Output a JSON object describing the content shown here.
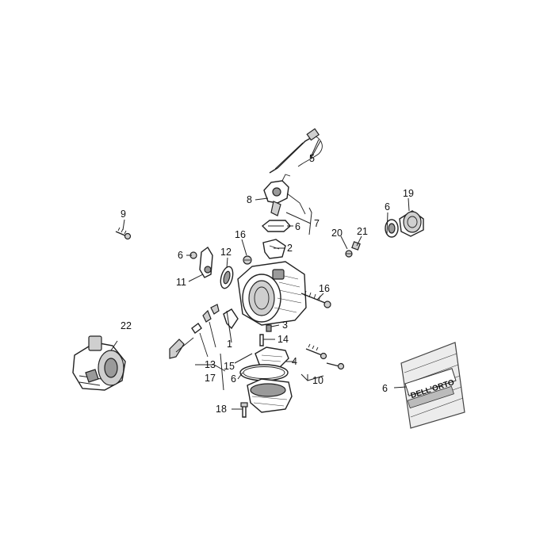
{
  "diagram": {
    "callouts": {
      "c1": "1",
      "c2": "2",
      "c3": "3",
      "c4": "4",
      "c5": "5",
      "c6_gasket_top": "6",
      "c6_bearing": "6",
      "c6_lever": "6",
      "c6_oring": "6",
      "c6_kit": "6",
      "c7": "7",
      "c8": "8",
      "c9": "9",
      "c10": "10",
      "c11": "11",
      "c12": "12",
      "c13": "13",
      "c14": "14",
      "c15": "15",
      "c16_top": "16",
      "c16_right": "16",
      "c17": "17",
      "c18": "18",
      "c19": "19",
      "c20": "20",
      "c21": "21",
      "c22": "22"
    },
    "kit_bag": {
      "brand": "DELL'ORTO"
    }
  }
}
